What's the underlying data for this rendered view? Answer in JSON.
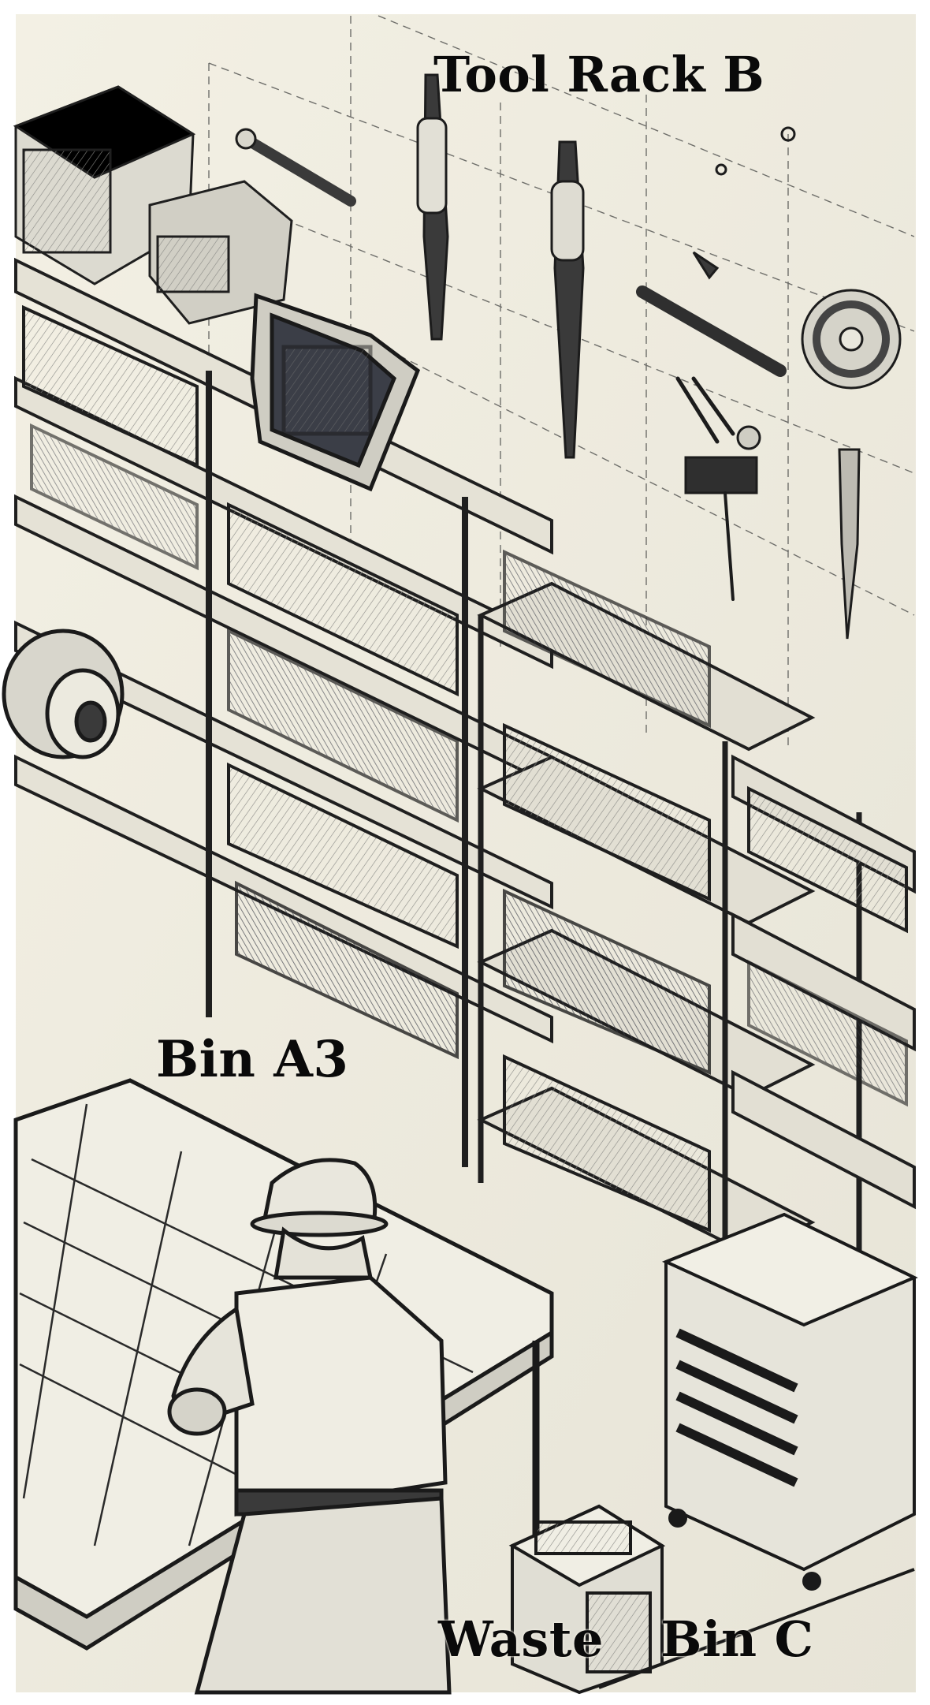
{
  "labels": {
    "tool_rack": "Tool Rack B",
    "bin_a3": "Bin A3",
    "waste": "Waste",
    "bin_c": "Bin C"
  },
  "colors": {
    "paper": "#efece0",
    "ink": "#2b2b2b",
    "shade": "#c9c7bd",
    "blue_tint": "#3b4a72"
  }
}
